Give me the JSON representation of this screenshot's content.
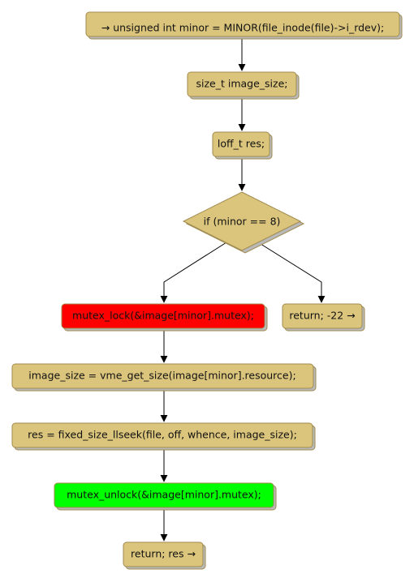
{
  "colors": {
    "node_fill": "#dbc57c",
    "node_border": "#a08a4e",
    "shadow": "#b9b9b9",
    "lock_fill": "#ff0000",
    "unlock_fill": "#00ff00",
    "edge": "#000000"
  },
  "nodes": {
    "start": "→ unsigned int minor = MINOR(file_inode(file)->i_rdev);",
    "decl_image_size": "size_t image_size;",
    "decl_res": "loff_t res;",
    "decision": "if (minor == 8)",
    "mutex_lock": "mutex_lock(&image[minor].mutex);",
    "return_error": "return; -22 →",
    "get_size": "image_size = vme_get_size(image[minor].resource);",
    "llseek": "res = fixed_size_llseek(file, off, whence, image_size);",
    "mutex_unlock": "mutex_unlock(&image[minor].mutex);",
    "return_res": "return; res →"
  }
}
